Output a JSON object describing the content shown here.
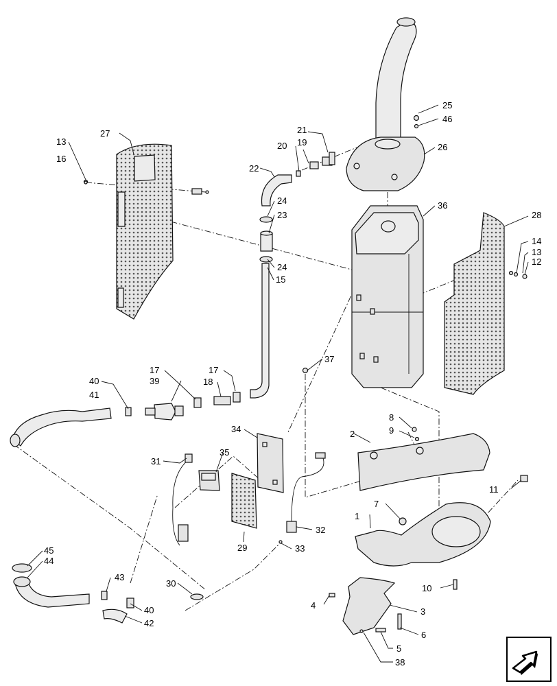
{
  "callouts": [
    {
      "id": "c1",
      "text": "1"
    },
    {
      "id": "c2",
      "text": "2"
    },
    {
      "id": "c3",
      "text": "3"
    },
    {
      "id": "c4",
      "text": "4"
    },
    {
      "id": "c5",
      "text": "5"
    },
    {
      "id": "c6",
      "text": "6"
    },
    {
      "id": "c7",
      "text": "7"
    },
    {
      "id": "c8",
      "text": "8"
    },
    {
      "id": "c9",
      "text": "9"
    },
    {
      "id": "c10",
      "text": "10"
    },
    {
      "id": "c11",
      "text": "11"
    },
    {
      "id": "c12",
      "text": "12"
    },
    {
      "id": "c13a",
      "text": "13"
    },
    {
      "id": "c13b",
      "text": "13"
    },
    {
      "id": "c14",
      "text": "14"
    },
    {
      "id": "c15",
      "text": "15"
    },
    {
      "id": "c16",
      "text": "16"
    },
    {
      "id": "c17a",
      "text": "17"
    },
    {
      "id": "c17b",
      "text": "17"
    },
    {
      "id": "c18",
      "text": "18"
    },
    {
      "id": "c19",
      "text": "19"
    },
    {
      "id": "c20",
      "text": "20"
    },
    {
      "id": "c21",
      "text": "21"
    },
    {
      "id": "c22",
      "text": "22"
    },
    {
      "id": "c23",
      "text": "23"
    },
    {
      "id": "c24a",
      "text": "24"
    },
    {
      "id": "c24b",
      "text": "24"
    },
    {
      "id": "c25",
      "text": "25"
    },
    {
      "id": "c26",
      "text": "26"
    },
    {
      "id": "c27",
      "text": "27"
    },
    {
      "id": "c28",
      "text": "28"
    },
    {
      "id": "c29",
      "text": "29"
    },
    {
      "id": "c30",
      "text": "30"
    },
    {
      "id": "c31",
      "text": "31"
    },
    {
      "id": "c32",
      "text": "32"
    },
    {
      "id": "c33",
      "text": "33"
    },
    {
      "id": "c34",
      "text": "34"
    },
    {
      "id": "c35",
      "text": "35"
    },
    {
      "id": "c36",
      "text": "36"
    },
    {
      "id": "c37",
      "text": "37"
    },
    {
      "id": "c38",
      "text": "38"
    },
    {
      "id": "c39",
      "text": "39"
    },
    {
      "id": "c40a",
      "text": "40"
    },
    {
      "id": "c40b",
      "text": "40"
    },
    {
      "id": "c41",
      "text": "41"
    },
    {
      "id": "c42",
      "text": "42"
    },
    {
      "id": "c43",
      "text": "43"
    },
    {
      "id": "c44",
      "text": "44"
    },
    {
      "id": "c45",
      "text": "45"
    },
    {
      "id": "c46",
      "text": "46"
    }
  ],
  "icons": {
    "nav": "next-page-arrow-icon"
  }
}
